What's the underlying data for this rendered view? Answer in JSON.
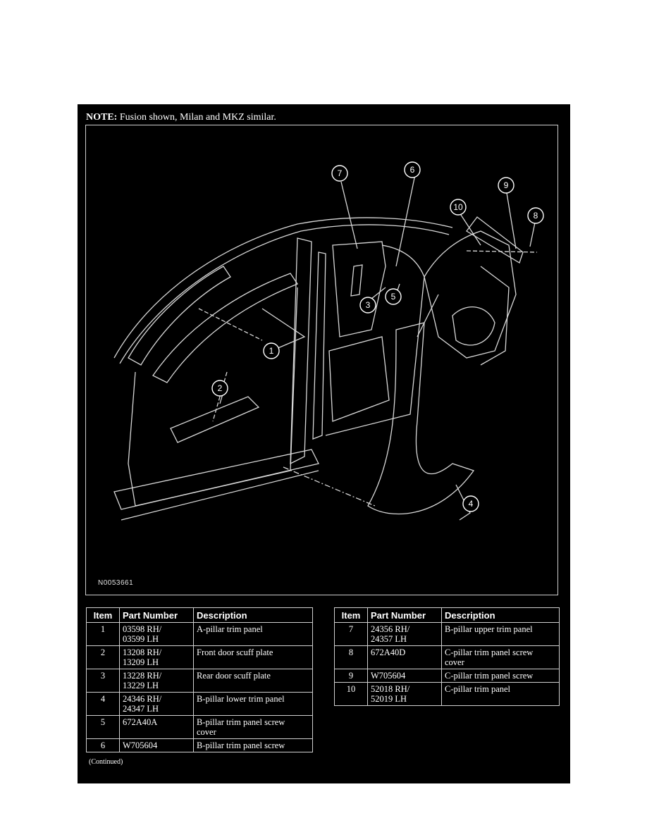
{
  "note": {
    "label": "NOTE:",
    "text": "Fusion shown, Milan and MKZ similar."
  },
  "figure": {
    "id": "N0053661",
    "callouts": [
      "1",
      "2",
      "3",
      "4",
      "5",
      "6",
      "7",
      "8",
      "9",
      "10"
    ]
  },
  "table_left": {
    "headers": [
      "Item",
      "Part Number",
      "Description"
    ],
    "rows": [
      {
        "item": "1",
        "part": [
          "03598 RH/",
          "03599 LH"
        ],
        "desc": [
          "A-pillar trim panel"
        ]
      },
      {
        "item": "2",
        "part": [
          "13208 RH/",
          "13209 LH"
        ],
        "desc": [
          "Front door scuff plate"
        ]
      },
      {
        "item": "3",
        "part": [
          "13228 RH/",
          "13229 LH"
        ],
        "desc": [
          "Rear door scuff plate"
        ]
      },
      {
        "item": "4",
        "part": [
          "24346 RH/",
          "24347 LH"
        ],
        "desc": [
          "B-pillar lower trim panel"
        ]
      },
      {
        "item": "5",
        "part": [
          "672A40A"
        ],
        "desc": [
          "B-pillar trim panel screw",
          "cover"
        ]
      },
      {
        "item": "6",
        "part": [
          "W705604"
        ],
        "desc": [
          "B-pillar trim panel screw"
        ]
      }
    ]
  },
  "table_right": {
    "headers": [
      "Item",
      "Part Number",
      "Description"
    ],
    "rows": [
      {
        "item": "7",
        "part": [
          "24356 RH/",
          "24357 LH"
        ],
        "desc": [
          "B-pillar upper trim panel"
        ]
      },
      {
        "item": "8",
        "part": [
          "672A40D"
        ],
        "desc": [
          "C-pillar trim panel screw",
          "cover"
        ]
      },
      {
        "item": "9",
        "part": [
          "W705604"
        ],
        "desc": [
          "C-pillar trim panel screw"
        ]
      },
      {
        "item": "10",
        "part": [
          "52018 RH/",
          "52019 LH"
        ],
        "desc": [
          "C-pillar trim panel"
        ]
      }
    ]
  },
  "continued": "(Continued)"
}
